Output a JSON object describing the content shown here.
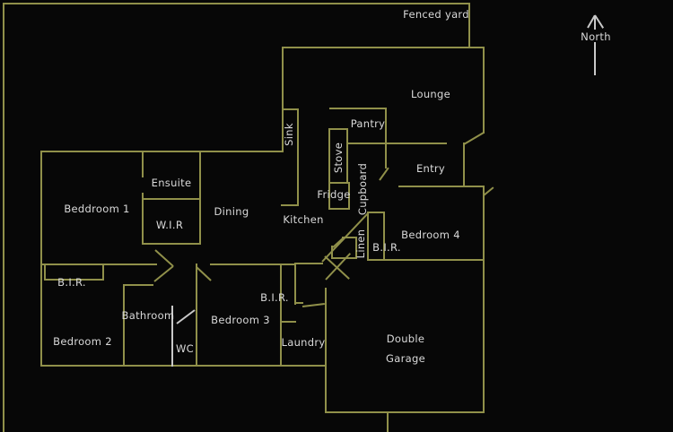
{
  "scene": {
    "type": "floor-plan",
    "description": "CAD floor plan on black background with fenced yard and north arrow"
  },
  "colors": {
    "bg": "#070707",
    "wall": "#90904a",
    "light": "#c9c9c9",
    "text": "#d9d9d9"
  },
  "labels": {
    "fenced_yard": "Fenced yard",
    "north": "North",
    "lounge": "Lounge",
    "pantry": "Pantry",
    "sink": "Sink",
    "stove": "Stove",
    "cupboard": "Cupboard",
    "fridge": "Fridge",
    "entry": "Entry",
    "ensuite": "Ensuite",
    "bedroom1": "Beddroom 1",
    "wir": "W.I.R",
    "dining": "Dining",
    "kitchen": "Kitchen",
    "bedroom4": "Bedroom 4",
    "linen": "Linen",
    "bir_bedroom4": "B.I.R.",
    "bir_bedroom2": "B.I.R.",
    "bir_bedroom3": "B.I.R.",
    "bedroom2": "Bedroom 2",
    "bathroom": "Bathroom",
    "wc": "WC",
    "bedroom3": "Bedroom 3",
    "laundry": "Laundry",
    "garage_line1": "Double",
    "garage_line2": "Garage"
  }
}
